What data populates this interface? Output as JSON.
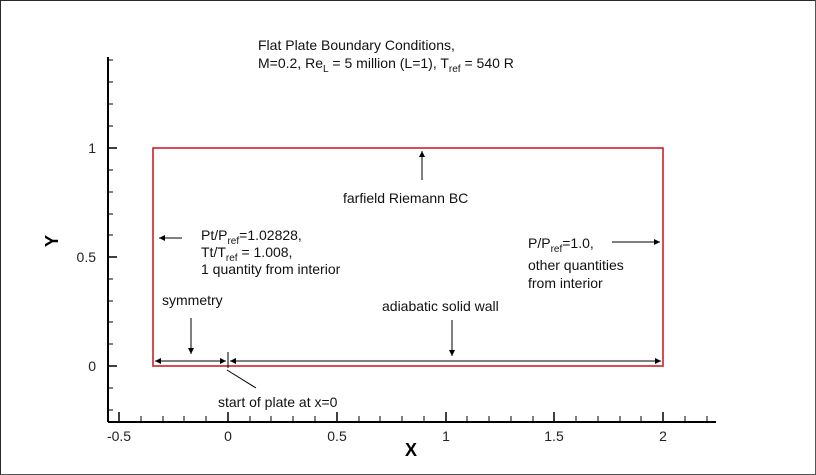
{
  "title": {
    "line1": "Flat Plate Boundary Conditions,",
    "line2_parts": [
      "M=0.2, Re",
      "L",
      " = 5 million (L=1), T",
      "ref",
      " = 540 R"
    ]
  },
  "axes": {
    "xlabel": "X",
    "ylabel": "Y",
    "x_ticks": [
      "-0.5",
      "0",
      "0.5",
      "1",
      "1.5",
      "2"
    ],
    "y_ticks": [
      "0",
      "0.5",
      "1"
    ]
  },
  "annotations": {
    "top": "farfield Riemann BC",
    "inlet": {
      "line1_parts": [
        "Pt/P",
        "ref",
        "=1.02828,"
      ],
      "line2_parts": [
        "Tt/T",
        "ref",
        " = 1.008,"
      ],
      "line3": "1 quantity from interior"
    },
    "outlet": {
      "line1_parts": [
        "P/P",
        "ref",
        "=1.0,"
      ],
      "line2": "other quantities",
      "line3": "from interior"
    },
    "symmetry": "symmetry",
    "wall": "adiabatic solid wall",
    "plate_start": "start of plate at x=0"
  },
  "colors": {
    "domain_box": "#d0202a",
    "axis": "#000000",
    "text": "#111111"
  },
  "chart_data": {
    "type": "diagram",
    "title": "Flat Plate Boundary Conditions, M=0.2, Re_L = 5 million (L=1), T_ref = 540 R",
    "xlabel": "X",
    "ylabel": "Y",
    "xlim": [
      -0.55,
      2.2
    ],
    "ylim": [
      -0.25,
      1.4
    ],
    "x_tick_labels": [
      "-0.5",
      "0",
      "0.5",
      "1",
      "1.5",
      "2"
    ],
    "y_tick_labels": [
      "0",
      "0.5",
      "1"
    ],
    "domain_box": {
      "x": [
        -0.333,
        2.0
      ],
      "y": [
        0,
        1
      ]
    },
    "boundaries": [
      {
        "name": "top",
        "label": "farfield Riemann BC"
      },
      {
        "name": "inlet (x=-0.333)",
        "label": "Pt/Pref=1.02828, Tt/Tref = 1.008, 1 quantity from interior"
      },
      {
        "name": "outlet (x=2)",
        "label": "P/Pref=1.0, other quantities from interior"
      },
      {
        "name": "bottom x<0",
        "label": "symmetry"
      },
      {
        "name": "bottom x>=0",
        "label": "adiabatic solid wall"
      },
      {
        "name": "point x=0",
        "label": "start of plate at x=0"
      }
    ]
  }
}
